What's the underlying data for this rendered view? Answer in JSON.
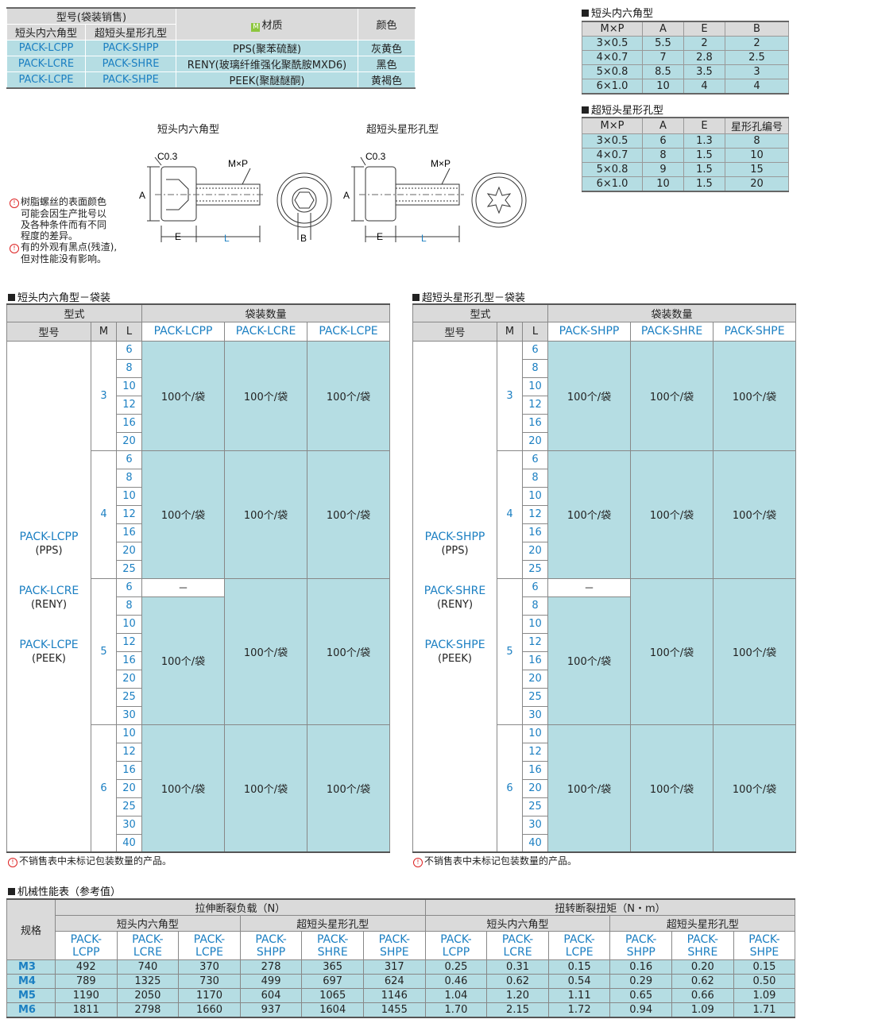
{
  "material_table": {
    "h_model": "型号(袋装销售)",
    "h_short_hex": "短头内六角型",
    "h_star": "超短头星形孔型",
    "h_material": "材质",
    "h_material_icon": "M",
    "h_color": "颜色",
    "rows": [
      {
        "hex": "PACK-LCPP",
        "star": "PACK-SHPP",
        "material": "PPS(聚苯硫醚)",
        "color": "灰黄色"
      },
      {
        "hex": "PACK-LCRE",
        "star": "PACK-SHRE",
        "material": "RENY(玻璃纤维强化聚酰胺MXD6)",
        "color": "黑色"
      },
      {
        "hex": "PACK-LCPE",
        "star": "PACK-SHPE",
        "material": "PEEK(聚醚醚酮)",
        "color": "黄褐色"
      }
    ]
  },
  "spec_hex": {
    "title": "短头内六角型",
    "headers": [
      "M×P",
      "A",
      "E",
      "B"
    ],
    "rows": [
      [
        "3×0.5",
        "5.5",
        "2",
        "2"
      ],
      [
        "4×0.7",
        "7",
        "2.8",
        "2.5"
      ],
      [
        "5×0.8",
        "8.5",
        "3.5",
        "3"
      ],
      [
        "6×1.0",
        "10",
        "4",
        "4"
      ]
    ]
  },
  "spec_star": {
    "title": "超短头星形孔型",
    "headers": [
      "M×P",
      "A",
      "E",
      "星形孔编号"
    ],
    "rows": [
      [
        "3×0.5",
        "6",
        "1.3",
        "8"
      ],
      [
        "4×0.7",
        "8",
        "1.5",
        "10"
      ],
      [
        "5×0.8",
        "9",
        "1.5",
        "15"
      ],
      [
        "6×1.0",
        "10",
        "1.5",
        "20"
      ]
    ]
  },
  "drawing": {
    "hex_title": "短头内六角型",
    "star_title": "超短头星形孔型",
    "c03": "C0.3",
    "mxp": "M×P",
    "a": "A",
    "e": "E",
    "l": "L",
    "b": "B"
  },
  "notes": [
    "树脂螺丝的表面颜色",
    "可能会因生产批号以",
    "及各种条件而有不同",
    "程度的差异。",
    "有的外观有黑点(残渣),",
    "但对性能没有影响。"
  ],
  "warn_icon": "!",
  "pack_hex": {
    "title": "短头内六角型－袋装",
    "h_type": "型式",
    "h_qty": "袋装数量",
    "h_model": "型号",
    "h_m": "M",
    "h_l": "L",
    "cols": [
      "PACK-LCPP",
      "PACK-LCRE",
      "PACK-LCPE"
    ],
    "models": [
      {
        "code": "PACK-LCPP",
        "mat": "(PPS)"
      },
      {
        "code": "PACK-LCRE",
        "mat": "(RENY)"
      },
      {
        "code": "PACK-LCPE",
        "mat": "(PEEK)"
      }
    ],
    "groups": [
      {
        "m": "3",
        "ls": [
          "6",
          "8",
          "10",
          "12",
          "16",
          "20"
        ]
      },
      {
        "m": "4",
        "ls": [
          "6",
          "8",
          "10",
          "12",
          "16",
          "20",
          "25"
        ]
      },
      {
        "m": "5",
        "ls": [
          "6",
          "8",
          "10",
          "12",
          "16",
          "20",
          "25",
          "30"
        ]
      },
      {
        "m": "6",
        "ls": [
          "10",
          "12",
          "16",
          "20",
          "25",
          "30",
          "40"
        ]
      }
    ],
    "qty": "100个/袋",
    "dash": "－",
    "footnote": "不销售表中未标记包装数量的产品。"
  },
  "pack_star": {
    "title": "超短头星形孔型－袋装",
    "h_type": "型式",
    "h_qty": "袋装数量",
    "h_model": "型号",
    "h_m": "M",
    "h_l": "L",
    "cols": [
      "PACK-SHPP",
      "PACK-SHRE",
      "PACK-SHPE"
    ],
    "models": [
      {
        "code": "PACK-SHPP",
        "mat": "(PPS)"
      },
      {
        "code": "PACK-SHRE",
        "mat": "(RENY)"
      },
      {
        "code": "PACK-SHPE",
        "mat": "(PEEK)"
      }
    ],
    "groups": [
      {
        "m": "3",
        "ls": [
          "6",
          "8",
          "10",
          "12",
          "16",
          "20"
        ]
      },
      {
        "m": "4",
        "ls": [
          "6",
          "8",
          "10",
          "12",
          "16",
          "20",
          "25"
        ]
      },
      {
        "m": "5",
        "ls": [
          "6",
          "8",
          "10",
          "12",
          "16",
          "20",
          "25",
          "30"
        ]
      },
      {
        "m": "6",
        "ls": [
          "10",
          "12",
          "16",
          "20",
          "25",
          "30",
          "40"
        ]
      }
    ],
    "qty": "100个/袋",
    "dash": "－",
    "footnote": "不销售表中未标记包装数量的产品。"
  },
  "mech": {
    "title": "机械性能表（参考值）",
    "h_spec": "规格",
    "h_tensile": "拉伸断裂负载（N）",
    "h_torque": "扭转断裂扭矩（N・m）",
    "h_hex": "短头内六角型",
    "h_star": "超短头星形孔型",
    "cols": [
      [
        "PACK-",
        "LCPP"
      ],
      [
        "PACK-",
        "LCRE"
      ],
      [
        "PACK-",
        "LCPE"
      ],
      [
        "PACK-",
        "SHPP"
      ],
      [
        "PACK-",
        "SHRE"
      ],
      [
        "PACK-",
        "SHPE"
      ],
      [
        "PACK-",
        "LCPP"
      ],
      [
        "PACK-",
        "LCRE"
      ],
      [
        "PACK-",
        "LCPE"
      ],
      [
        "PACK-",
        "SHPP"
      ],
      [
        "PACK-",
        "SHRE"
      ],
      [
        "PACK-",
        "SHPE"
      ]
    ],
    "rows": [
      {
        "m": "M3",
        "v": [
          "492",
          "740",
          "370",
          "278",
          "365",
          "317",
          "0.25",
          "0.31",
          "0.15",
          "0.16",
          "0.20",
          "0.15"
        ]
      },
      {
        "m": "M4",
        "v": [
          "789",
          "1325",
          "730",
          "499",
          "697",
          "624",
          "0.46",
          "0.62",
          "0.54",
          "0.29",
          "0.62",
          "0.50"
        ]
      },
      {
        "m": "M5",
        "v": [
          "1190",
          "2050",
          "1170",
          "604",
          "1065",
          "1146",
          "1.04",
          "1.20",
          "1.11",
          "0.65",
          "0.66",
          "1.09"
        ]
      },
      {
        "m": "M6",
        "v": [
          "1811",
          "2798",
          "1660",
          "937",
          "1604",
          "1455",
          "1.70",
          "2.15",
          "1.72",
          "0.94",
          "1.09",
          "1.71"
        ]
      }
    ]
  },
  "colors": {
    "cell_blue": "#b5dde3",
    "header_grey": "#dadada",
    "code_blue": "#1b7fc2",
    "warn_red": "#dd2222"
  }
}
